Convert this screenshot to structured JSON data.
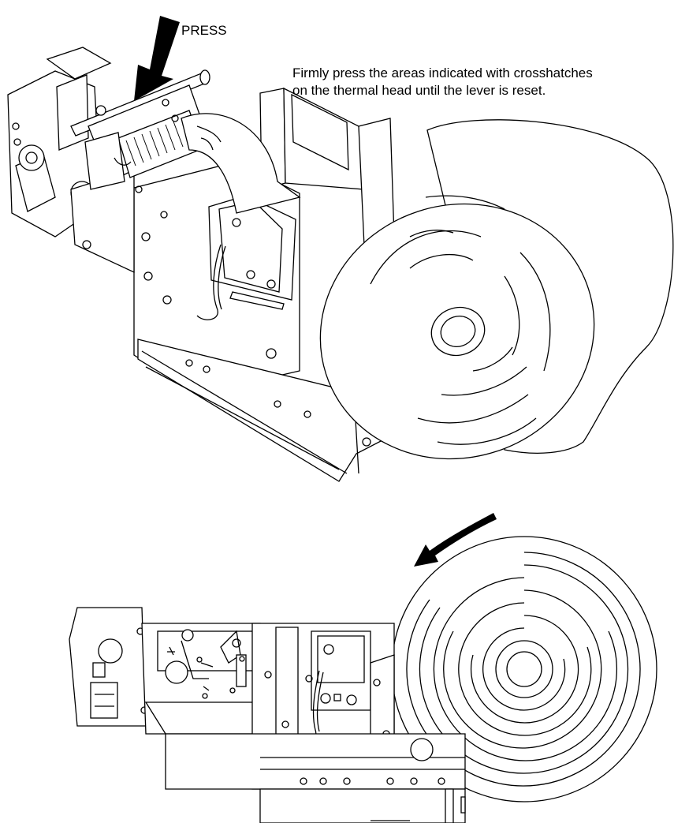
{
  "labels": {
    "press": "PRESS",
    "instruction_line1": "Firmly press the areas indicated with crosshatches",
    "instruction_line2": "on the thermal head until the lever is reset."
  },
  "colors": {
    "line": "#000000",
    "background": "#ffffff"
  },
  "icons": {
    "press_arrow": "press-arrow-icon",
    "rotation_arrow": "rotation-arrow-icon"
  }
}
